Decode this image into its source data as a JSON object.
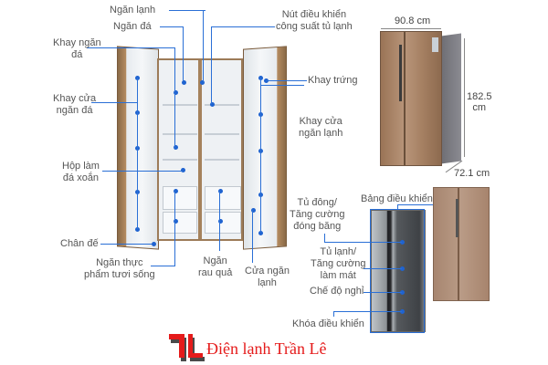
{
  "labels": {
    "ngan_lanh": "Ngăn lạnh",
    "ngan_da": "Ngăn đá",
    "khay_ngan_da": [
      "Khay ngăn",
      "đá"
    ],
    "khay_cua_ngan_da": [
      "Khay cửa",
      "ngăn đá"
    ],
    "hop_lam_da": [
      "Hộp làm",
      "đá xoắn"
    ],
    "chan_de": "Chân đế",
    "ngan_thuc_pham": [
      "Ngăn thực",
      "phẩm tươi sống"
    ],
    "ngan_rau_qua": [
      "Ngăn",
      "rau quả"
    ],
    "cua_ngan_lanh": [
      "Cửa ngăn",
      "lạnh"
    ],
    "nut_dieu_khien": [
      "Nút điều khiển",
      "công suất tủ lạnh"
    ],
    "khay_trung": "Khay trứng",
    "khay_cua_ngan_lanh": [
      "Khay cửa",
      "ngăn lạnh"
    ],
    "tu_dong": [
      "Tủ đông/",
      "Tăng cường",
      "đóng băng"
    ],
    "tu_lanh": [
      "Tủ lạnh/",
      "Tăng cường",
      "làm mát"
    ],
    "che_do_nghi": "Chế độ nghỉ",
    "khoa_dieu_khien": "Khóa điều khiển",
    "bang_dieu_khien": "Bảng điều khiển"
  },
  "dimensions": {
    "width": "90.8 cm",
    "height": [
      "182.5",
      "cm"
    ],
    "depth": "72.1 cm"
  },
  "brand": {
    "name": "Điện lạnh Trần Lê",
    "color": "#e51b1b",
    "accent_line_color": "#2a6fd6"
  }
}
